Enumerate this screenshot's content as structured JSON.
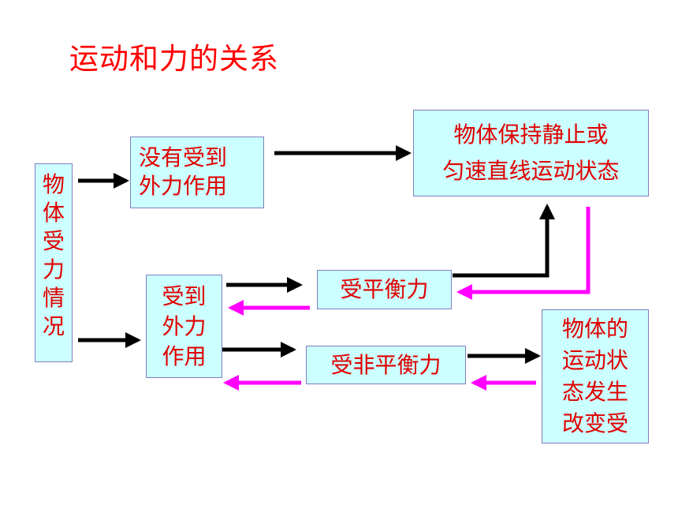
{
  "slide": {
    "title": "运动和力的关系"
  },
  "diagram": {
    "main_node": {
      "chars": [
        "物",
        "体",
        "受",
        "力",
        "情",
        "况"
      ]
    },
    "no_force_node": {
      "lines": [
        "没有受到",
        "外力作用"
      ]
    },
    "static_result_node": {
      "lines": [
        "物体保持静止或",
        "匀速直线运动状态"
      ]
    },
    "forced_node": {
      "lines": [
        "受到",
        "外力",
        "作用"
      ]
    },
    "balanced_node": {
      "label": "受平衡力"
    },
    "unbalanced_node": {
      "label": "受非平衡力"
    },
    "change_result_node": {
      "lines": [
        "物体的",
        "运动状",
        "态发生",
        "改变受"
      ]
    },
    "colors": {
      "text": "#e00000",
      "title": "#ff0000",
      "box_fill": "#ccffff",
      "forward_arrow": "#000000",
      "reverse_arrow": "#ff00ff"
    }
  }
}
